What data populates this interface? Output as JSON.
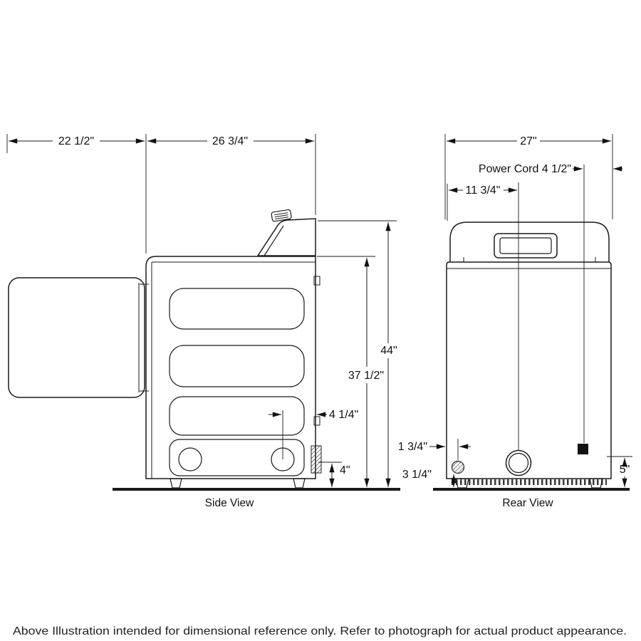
{
  "views": {
    "side": {
      "label": "Side View",
      "dim_door_depth": "22 1/2\"",
      "dim_depth": "26 3/4\"",
      "dim_height": "44\"",
      "dim_body_height": "37 1/2\"",
      "dim_exhaust_offset": "4 1/4\"",
      "dim_exhaust_height": "4\""
    },
    "rear": {
      "label": "Rear View",
      "dim_width": "27\"",
      "dim_power_cord": "Power Cord 4 1/2\"",
      "dim_exhaust_left": "11 3/4\"",
      "dim_leg_offset": "1 3/4\"",
      "dim_leg_height": "3 1/4\"",
      "dim_cord_height": "5\""
    }
  },
  "footer": {
    "disclaimer": "Above Illustration intended for dimensional reference only. Refer to photograph for actual product appearance."
  }
}
